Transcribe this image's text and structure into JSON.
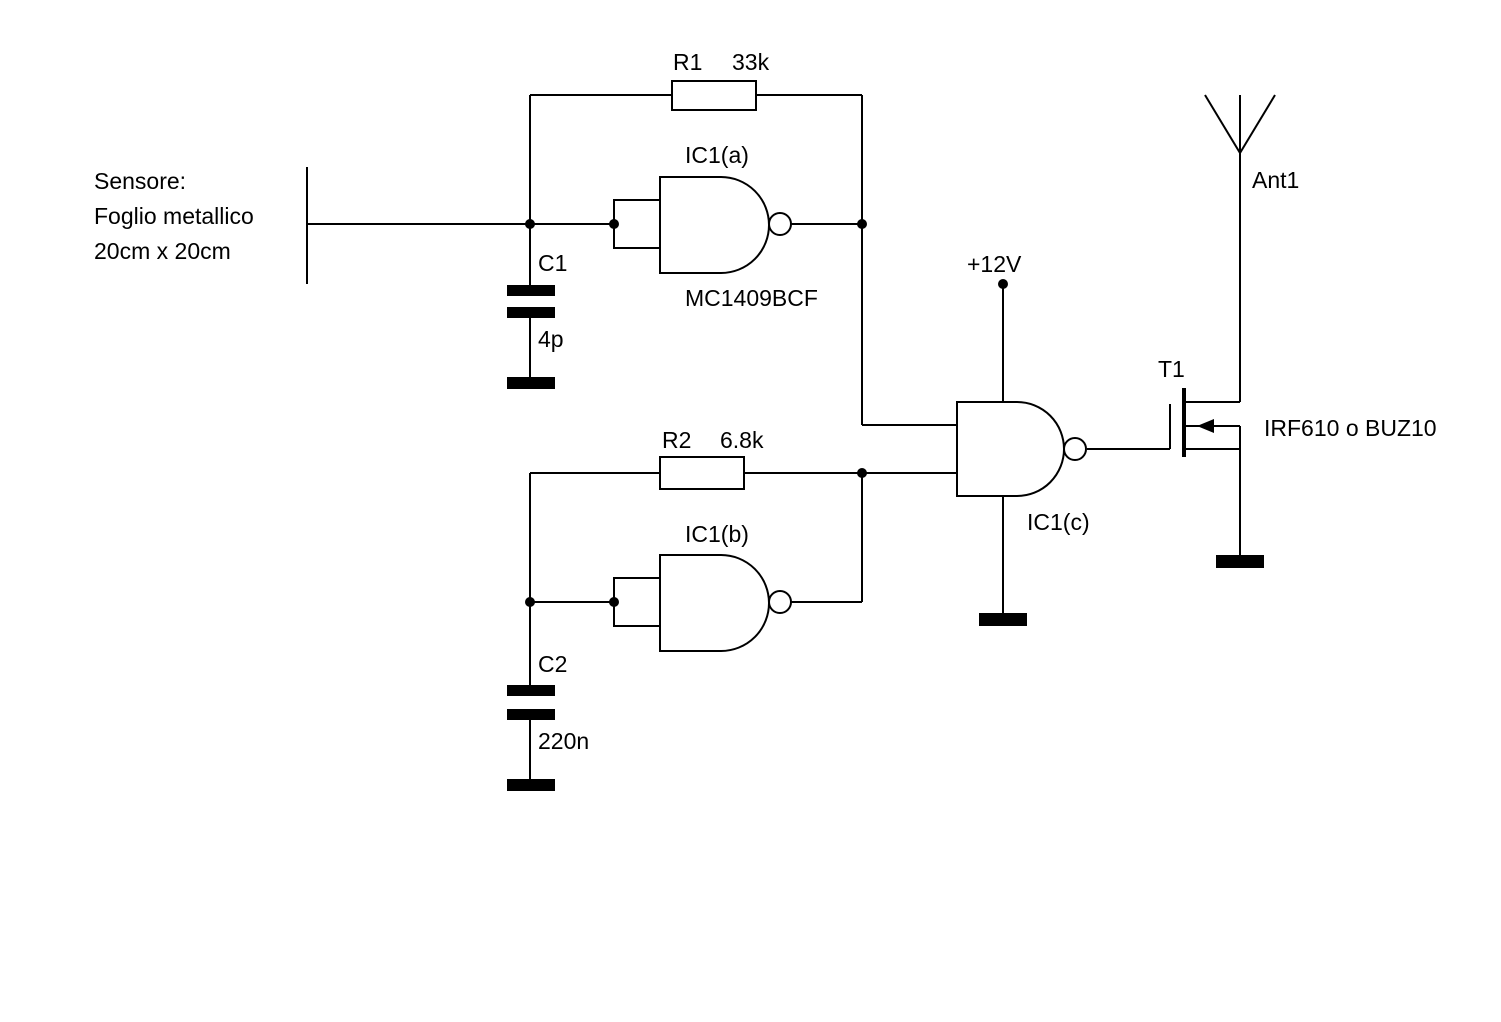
{
  "sensor": {
    "line1": "Sensore:",
    "line2": "Foglio metallico",
    "line3": "20cm x 20cm"
  },
  "r1": {
    "ref": "R1",
    "value": "33k"
  },
  "r2": {
    "ref": "R2",
    "value": "6.8k"
  },
  "c1": {
    "ref": "C1",
    "value": "4p"
  },
  "c2": {
    "ref": "C2",
    "value": "220n"
  },
  "ic1a": {
    "ref": "IC1(a)",
    "part": "MC1409BCF"
  },
  "ic1b": {
    "ref": "IC1(b)"
  },
  "ic1c": {
    "ref": "IC1(c)"
  },
  "supply": {
    "label": "+12V"
  },
  "t1": {
    "ref": "T1",
    "part": "IRF610 o BUZ10"
  },
  "antenna": {
    "ref": "Ant1"
  }
}
